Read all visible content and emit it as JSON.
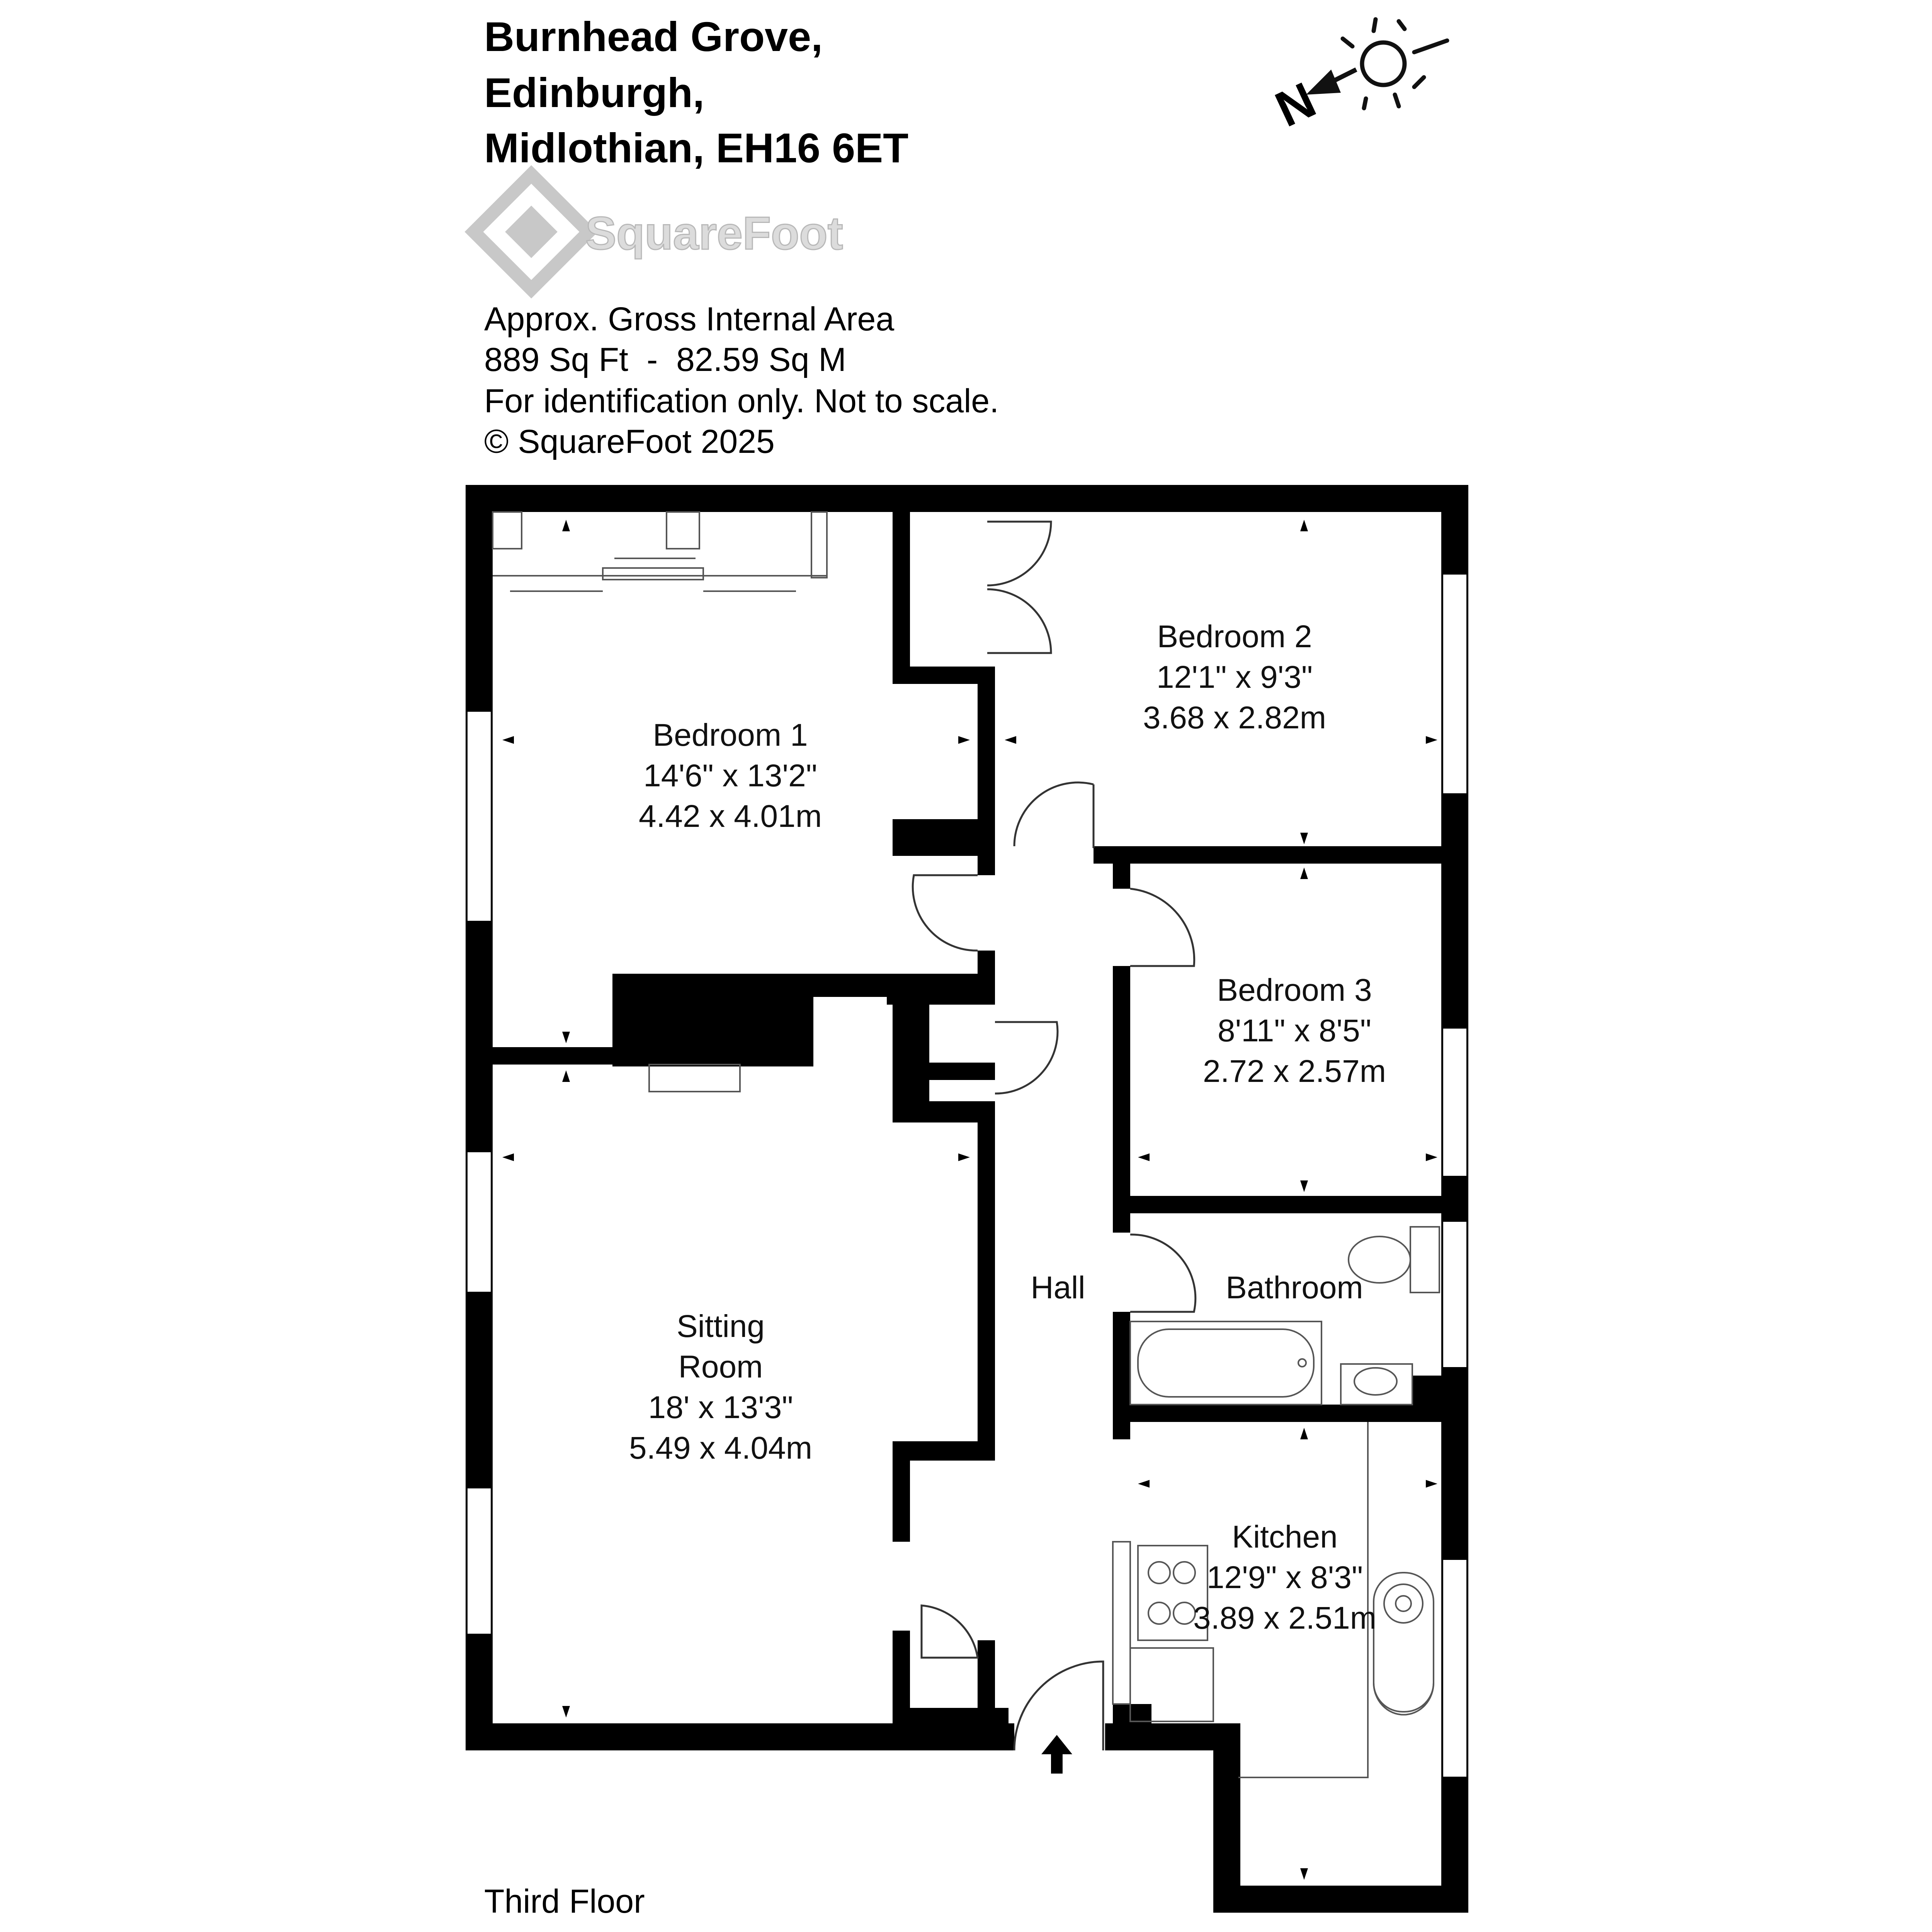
{
  "address": {
    "line1": "Burnhead Grove,",
    "line2": "Edinburgh,",
    "line3": "Midlothian, EH16 6ET"
  },
  "logo": {
    "name": "SquareFoot",
    "icon": "squarefoot-logo-icon"
  },
  "info": {
    "line1": "Approx. Gross Internal Area",
    "line2": "889 Sq Ft  -  82.59 Sq M",
    "line3": "For identification only. Not to scale.",
    "line4": "© SquareFoot 2025"
  },
  "compass": {
    "label": "N",
    "icon": "north-arrow-icon",
    "sun_icon": "sun-icon"
  },
  "rooms": {
    "bedroom1": {
      "name": "Bedroom 1",
      "imperial": "14'6\" x 13'2\"",
      "metric": "4.42 x 4.01m"
    },
    "bedroom2": {
      "name": "Bedroom 2",
      "imperial": "12'1\" x 9'3\"",
      "metric": "3.68 x 2.82m"
    },
    "bedroom3": {
      "name": "Bedroom 3",
      "imperial": "8'11\" x 8'5\"",
      "metric": "2.72 x 2.57m"
    },
    "sitting": {
      "name_line1": "Sitting",
      "name_line2": "Room",
      "imperial": "18' x 13'3\"",
      "metric": "5.49 x 4.04m"
    },
    "hall": {
      "name": "Hall"
    },
    "bathroom": {
      "name": "Bathroom"
    },
    "kitchen": {
      "name": "Kitchen",
      "imperial": "12'9\" x 8'3\"",
      "metric": "3.89 x 2.51m"
    }
  },
  "floor": {
    "label": "Third Floor"
  },
  "colors": {
    "wall": "#000000",
    "fixture": "#555555",
    "logo": "#c8c8c8"
  }
}
